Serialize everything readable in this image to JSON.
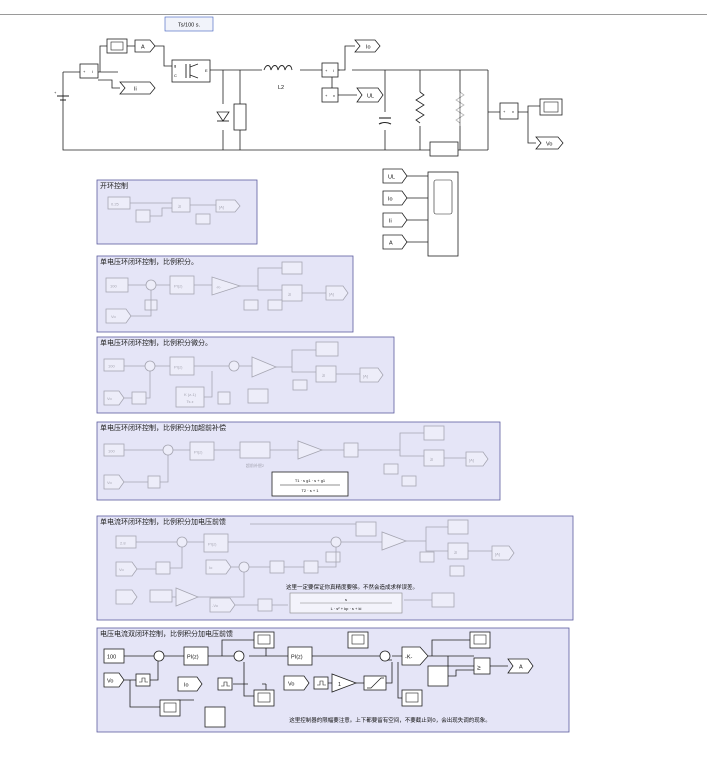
{
  "toolbar": {
    "sample_time_label": "Ts/100 s."
  },
  "power_stage": {
    "gate_tag": "A",
    "current_in_tag": "Ii",
    "output_current_tag": "Io",
    "voltage_tag": "UL",
    "output_voltage_tag": "Vo",
    "inductor_label": "L2",
    "igbt_terminals": [
      "g",
      "C",
      "E"
    ],
    "port_plus": "+",
    "port_minus": "-",
    "sensor_port_v": "v",
    "sensor_port_i": "i"
  },
  "scope_inputs": [
    "UL",
    "Io",
    "Ii",
    "A"
  ],
  "areas": [
    {
      "title": "开环控制"
    },
    {
      "title": "单电压环闭环控制，比例积分。"
    },
    {
      "title": "单电压环闭环控制，比例积分微分。"
    },
    {
      "title": "单电压环闭环控制，比例积分加超前补偿"
    },
    {
      "title": "单电流环闭环控制，比例积分加电压前馈"
    },
    {
      "title": "电压电流双闭环控制，比例积分加电压前馈"
    }
  ],
  "open_loop": {
    "constant": "0.25",
    "compare": "≥",
    "goto": "[A]"
  },
  "pi_voltage": {
    "setpoint": "100",
    "feedback": "Vo",
    "pi": "PI(z)",
    "gain": "-K-",
    "compare": "≥",
    "goto": "[A]"
  },
  "pid_voltage": {
    "setpoint": "100",
    "feedback": "Vo",
    "pi": "PI(z)",
    "derivative_num": "K (z-1)",
    "derivative_den": "Ts z",
    "compare": "≥",
    "goto": "[A]"
  },
  "lead_voltage": {
    "setpoint": "100",
    "feedback": "Vo",
    "pi": "PI(z)",
    "lead_block_label": "超前补偿2",
    "lead_num": "T1 · s g1 · s + g1",
    "lead_den": "T2 · s + 1",
    "compare": "≥",
    "goto": "[A]"
  },
  "current_loop": {
    "setpoint": "2.8",
    "feedback_v": "Vo",
    "feedback_i": "Io",
    "feedforward": "-Vo",
    "pi": "PI(z)",
    "compare": "≥",
    "goto": "[A]",
    "note": "这里一定要保证你真精度要够。不然会造成求样误差。",
    "tf_num": "s",
    "tf_den": "L · s² + kp · s + ki"
  },
  "dual_loop": {
    "setpoint": "100",
    "feedback_v": "Vo",
    "feedback_i": "Io",
    "feedforward": "Vo",
    "pi1": "PI(z)",
    "pi2": "PI(z)",
    "gain": "-K-",
    "unit": "1",
    "compare": "≥",
    "goto": "A",
    "note": "这里控制器的限幅要注意。上下都要留有空间，不要截止到0，会出现失调的现象。"
  },
  "colors": {
    "area_fill": "#e5e5f7",
    "area_stroke": "#5c5c9e",
    "ink": "#222222"
  }
}
